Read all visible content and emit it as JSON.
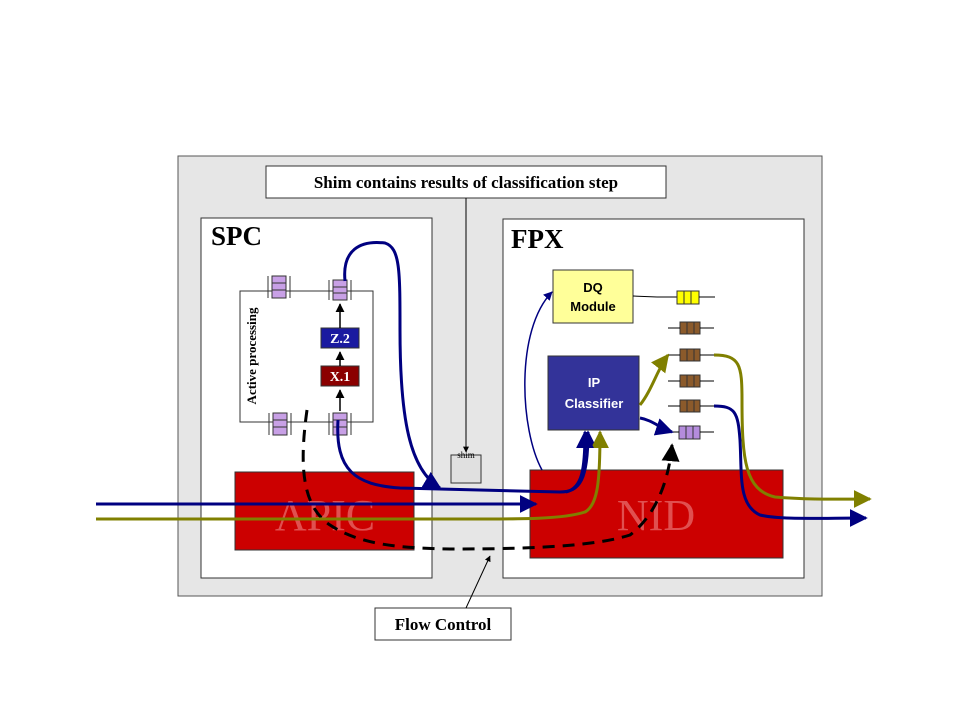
{
  "callouts": {
    "shim_note": "Shim contains results of classification step",
    "flow_control": "Flow Control"
  },
  "spc": {
    "title": "SPC",
    "active_processing": "Active processing",
    "plugins": [
      "Z.2",
      "X.1"
    ],
    "apic_label": "APIC"
  },
  "fpx": {
    "title": "FPX",
    "dq_module_line1": "DQ",
    "dq_module_line2": "Module",
    "ip_classifier_line1": "IP",
    "ip_classifier_line2": "Classifier",
    "nid_label": "NID"
  },
  "shim": {
    "label": "shim"
  },
  "colors": {
    "frame_fill": "#e6e6e6",
    "block_red": "#cc0000",
    "block_red_text": "#e05050",
    "classifier_blue": "#333399",
    "dq_yellow": "#ffff99",
    "flow_navy": "#000080",
    "flow_olive": "#808000",
    "plugin_z_blue": "#1a1aa0",
    "plugin_x_red": "#8b0000",
    "queue_brown": "#8b5a2b",
    "queue_lavender": "#c8a0e6",
    "queue_purple": "#b48cdc",
    "queue_yellow": "#ffff00"
  }
}
